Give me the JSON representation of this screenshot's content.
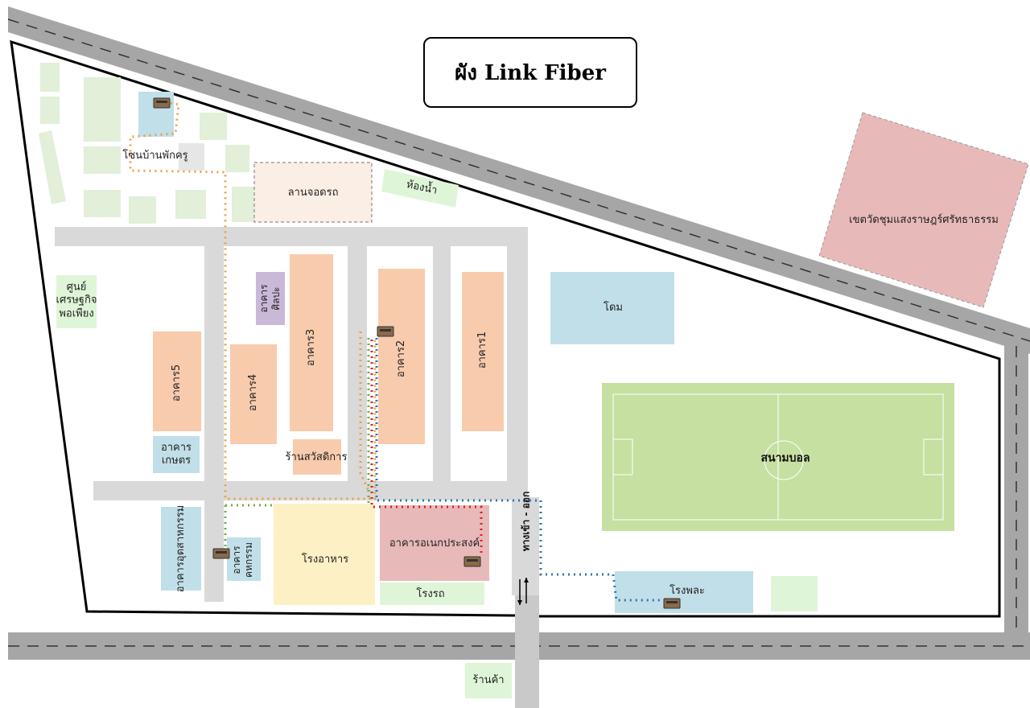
{
  "title": "ผัง Link Fiber",
  "labels": {
    "teacher_zone": "โซนบ้านพักครู",
    "parking": "ลานจอดรถ",
    "toilet": "ห้องน้ำ",
    "temple": "เขตวัดชุมแสงราษฎร์ศรัทธาธรรม",
    "econ_center": "ศูนย์\nเศรษฐกิจ\nพอเพียง",
    "art_building": "อาคาร\nศิลปะ",
    "building3": "อาคาร3",
    "building2": "อาคาร2",
    "building1": "อาคาร1",
    "building4": "อาคาร4",
    "building5": "อาคาร5",
    "dome": "โดม",
    "welfare_shop": "ร้านสวัสดิการ",
    "agri_building": "อาคาร\nเกษตร",
    "football_field": "สนามบอล",
    "industrial_building": "อาคารอุตสาหกรรม",
    "home_ec_building": "อาคาร\nคหกรรม",
    "canteen": "โรงอาหาร",
    "multipurpose": "อาคารอเนกประสงค์",
    "garage": "โรงรถ",
    "entrance": "ทางเข้า - ออก",
    "gym": "โรงพละ",
    "store": "ร้านค้า"
  },
  "legend_colors": {
    "road": "#a6a6a6",
    "building_orange": "#f8cbad",
    "building_blue": "#c1dfe8",
    "green_area": "#e2efd9",
    "fiber_orange": "#e8a04a",
    "fiber_blue": "#2e75b6",
    "fiber_red": "#e02020",
    "fiber_green": "#70ad47"
  }
}
